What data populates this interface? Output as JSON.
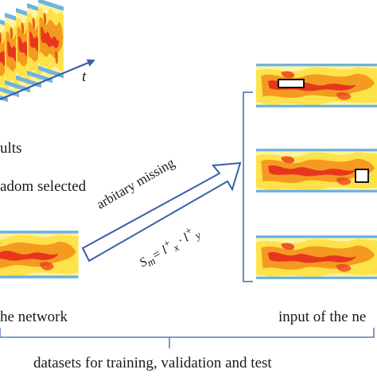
{
  "labels": {
    "time_axis": "t",
    "results_fragment": "ults",
    "random_fragment": "adom selected",
    "missing_op": "arbitary missing",
    "formula_prefix": "S",
    "formula_sub": "m",
    "formula_rhs": "= l",
    "formula_x": "x",
    "formula_dot": " · l",
    "formula_y": "y",
    "formula_plus": "+",
    "left_caption": "he network",
    "right_caption": "input of the ne",
    "bottom_caption": "datasets for training, validation and test"
  },
  "colors": {
    "arrow_stroke": "#3a5fa8",
    "flow_red": "#e8361e",
    "flow_orange": "#f59a20",
    "flow_yellow": "#fde24a",
    "flow_pale": "#fff3a0",
    "frame_blue": "#6fb3e0",
    "mask_fill": "#ffffff",
    "mask_stroke": "#000000",
    "bracket_stroke": "#5b7fbf"
  },
  "icons": [
    "time-axis-arrow",
    "process-arrow",
    "mask-rect",
    "mask-square"
  ]
}
